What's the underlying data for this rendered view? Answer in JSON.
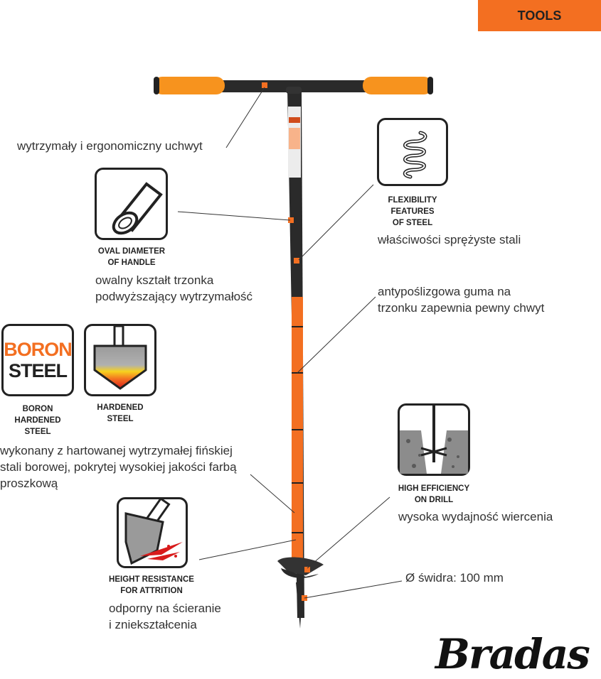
{
  "header": {
    "category": "TOOLS"
  },
  "captions": {
    "handle": "wytrzymały i ergonomiczny uchwyt",
    "oval": "owalny kształt trzonka\npodwyższający wytrzymałość",
    "flex": "właściwości sprężyste stali",
    "rubber": "antypoślizgowa guma na\ntrzonku zapewnia pewny chwyt",
    "boron": "wykonany z hartowanej wytrzymałej fińskiej\nstali borowej, pokrytej wysokiej jakości farbą\nproszkową",
    "drill": "wysoka wydajność wiercenia",
    "diameter": "Ø świdra: 100 mm",
    "attrition": "odporny na ścieranie\ni zniekształcenia"
  },
  "badges": {
    "oval": "OVAL DIAMETER\nOF HANDLE",
    "flex": "FLEXIBILITY\nFEATURES\nOF STEEL",
    "boron": "BORON\nHARDENED\nSTEEL",
    "boron_icon_top": "BORON",
    "boron_icon_bottom": "STEEL",
    "hardened": "HARDENED\nSTEEL",
    "drill": "HIGH EFFICIENCY\nON DRILL",
    "attrition": "HEIGHT RESISTANCE\nFOR ATTRITION"
  },
  "brand": {
    "name": "Bradas"
  },
  "colors": {
    "accent": "#f36f21",
    "dark": "#222222"
  }
}
